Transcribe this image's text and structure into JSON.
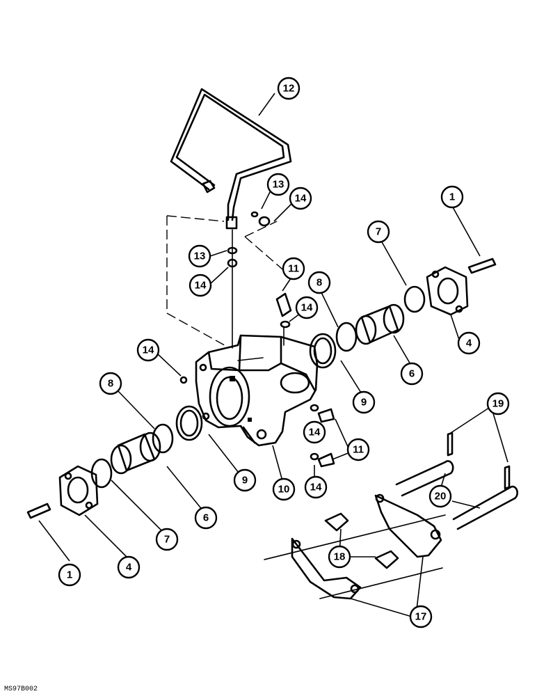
{
  "figure_code": "MS97B002",
  "callouts": {
    "c1a": "1",
    "c1b": "1",
    "c4a": "4",
    "c4b": "4",
    "c6a": "6",
    "c6b": "6",
    "c7a": "7",
    "c7b": "7",
    "c8a": "8",
    "c8b": "8",
    "c9a": "9",
    "c9b": "9",
    "c10": "10",
    "c11a": "11",
    "c11b": "11",
    "c12": "12",
    "c13a": "13",
    "c13b": "13",
    "c14a": "14",
    "c14b": "14",
    "c14c": "14",
    "c14d": "14",
    "c14e": "14",
    "c14f": "14",
    "c17": "17",
    "c18": "18",
    "c19": "19",
    "c20": "20"
  }
}
